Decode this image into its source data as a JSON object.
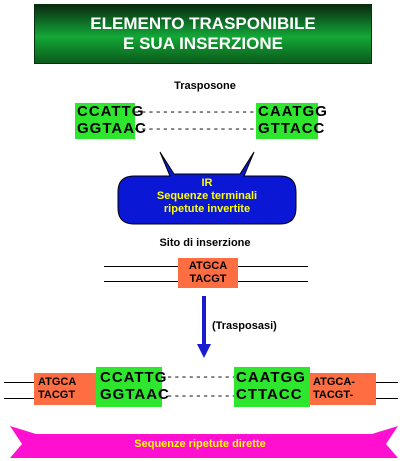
{
  "title": {
    "line1": "ELEMENTO TRASPONIBILE",
    "line2": "E SUA INSERZIONE"
  },
  "transposon": {
    "label": "Trasposone",
    "left": {
      "top": "CCATTG",
      "bottom": "GGTAAC"
    },
    "right": {
      "top": "CAATGG",
      "bottom": "GTTACC"
    }
  },
  "callout_ir": {
    "line1": "IR",
    "line2": "Sequenze terminali",
    "line3": "ripetute invertite"
  },
  "insertion_site": {
    "label": "Sito di inserzione",
    "top": "ATGCA",
    "bottom": "TACGT"
  },
  "arrow_label": "(Trasposasi)",
  "result": {
    "left_target": {
      "top": "ATGCA",
      "bottom": "TACGT"
    },
    "left_ir": {
      "top": "CCATTG",
      "bottom": "GGTAAC"
    },
    "right_ir": {
      "top": "CAATGG",
      "bottom": "CTTACC"
    },
    "right_target": {
      "top": "ATGCA-",
      "bottom": "TACGT-"
    }
  },
  "direct_repeats_label": "Sequenze ripetute dirette",
  "colors": {
    "green": "#2ee62e",
    "orange": "#ff6e43",
    "blue_callout": "#0a18d6",
    "magenta": "#ff10d0",
    "arrow": "#1a1ad0"
  }
}
